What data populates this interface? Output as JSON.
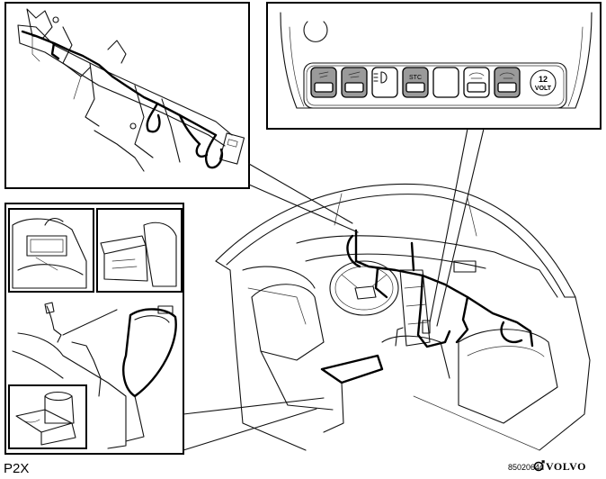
{
  "figure": {
    "model_label": "P2X",
    "drawing_code": "8502064d",
    "brand": "VOLVO"
  },
  "switch_panel": {
    "volt_button_top": "12",
    "volt_button_bottom": "VOLT",
    "stc_label": "STC"
  }
}
